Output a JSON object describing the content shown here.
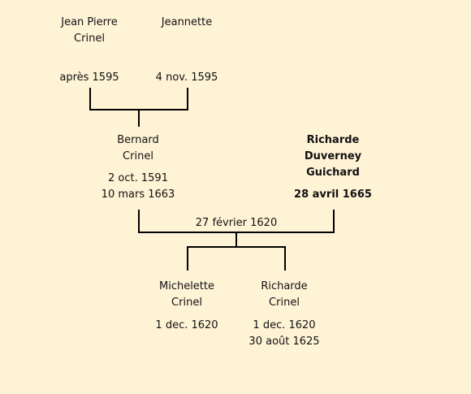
{
  "people": {
    "jean_pierre": {
      "first": "Jean Pierre",
      "last": "Crinel",
      "date1": "après 1595"
    },
    "jeannette": {
      "first": "Jeannette",
      "date1": "4 nov. 1595"
    },
    "bernard": {
      "first": "Bernard",
      "last": "Crinel",
      "date1": "2 oct. 1591",
      "date2": "10 mars 1663"
    },
    "richarde_duverney": {
      "first": "Richarde",
      "last": "Duverney Guichard",
      "date1": "28 avril 1665"
    },
    "michelette": {
      "first": "Michelette",
      "last": "Crinel",
      "date1": "1 dec. 1620"
    },
    "richarde_crinel": {
      "first": "Richarde",
      "last": "Crinel",
      "date1": "1 dec. 1620",
      "date2": "30 août 1625"
    }
  },
  "marriages": {
    "bernard_richarde": "27 février 1620"
  },
  "colors": {
    "background": "#fff3d6",
    "line": "#000000"
  }
}
